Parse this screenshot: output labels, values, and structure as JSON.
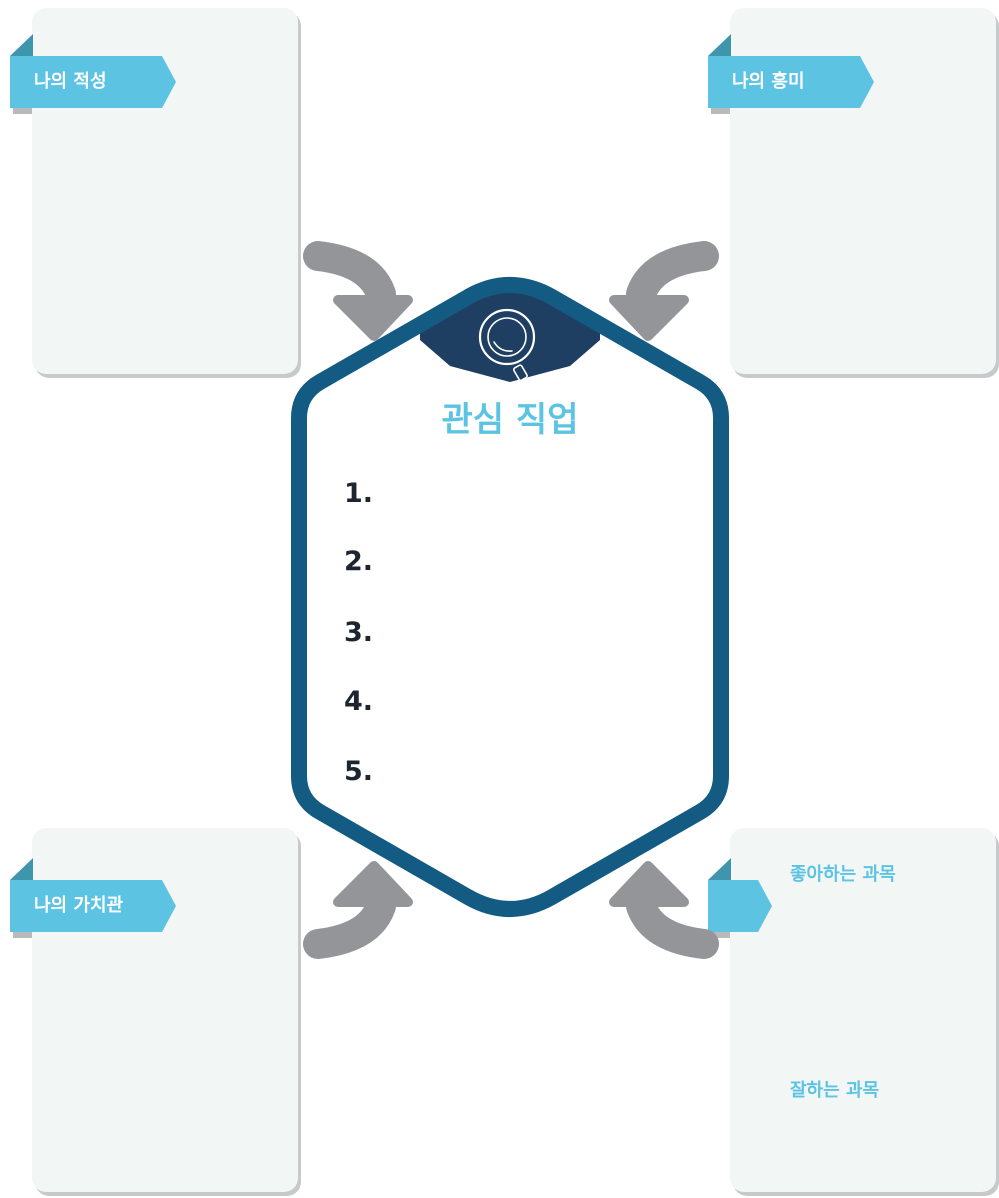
{
  "cards": {
    "aptitude": {
      "label": "나의 적성"
    },
    "interest": {
      "label": "나의 흥미"
    },
    "values": {
      "label": "나의 가치관"
    },
    "subjects": {
      "liked": "좋아하는 과목",
      "good_at": "잘하는 과목"
    }
  },
  "center": {
    "title": "관심 직업",
    "items": [
      "1.",
      "2.",
      "3.",
      "4.",
      "5."
    ],
    "icon": "magnifier-icon"
  },
  "colors": {
    "accent": "#5cc4e2",
    "hexagon_border": "#135b82",
    "hexagon_cap": "#1e3e62",
    "arrow": "#939598",
    "card_bg": "#f2f6f5"
  }
}
